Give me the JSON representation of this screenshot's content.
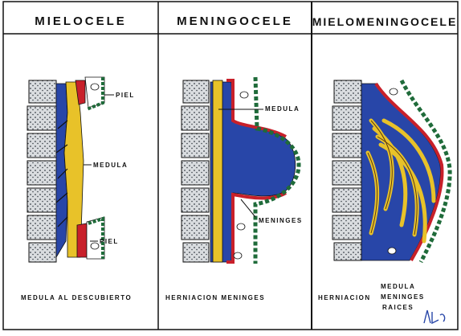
{
  "panels": [
    {
      "title": "MIELOCELE",
      "labels": {
        "skin_top": "PIEL",
        "cord": "MEDULA",
        "skin_bottom": "PIEL"
      },
      "caption": "MEDULA AL DESCUBIERTO"
    },
    {
      "title": "MENINGOCELE",
      "labels": {
        "cord": "MEDULA",
        "meninges": "MENINGES"
      },
      "caption": "HERNIACION MENINGES"
    },
    {
      "title": "MIELOMENINGOCELE",
      "labels": {},
      "caption_left": "HERNIACION",
      "caption_right": [
        "MEDULA",
        "MENINGES",
        "RAICES"
      ]
    }
  ],
  "colors": {
    "vertebra": "#d9dcdf",
    "bone_dots": "#3a4048",
    "cord_yellow": "#e8c229",
    "meninges_blue": "#2846a8",
    "dura_red": "#c8202a",
    "skin_green": "#1f6b3a",
    "line": "#111111"
  }
}
